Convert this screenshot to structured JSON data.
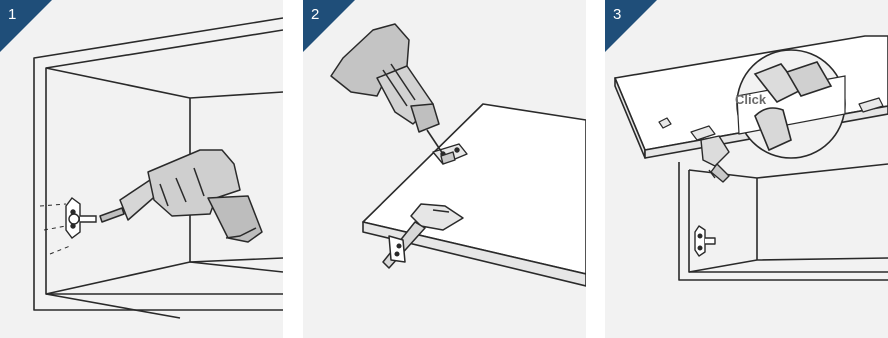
{
  "steps": [
    {
      "number": "1",
      "icon": "drill-mounting-plate-icon"
    },
    {
      "number": "2",
      "icon": "screw-hinge-cup-icon"
    },
    {
      "number": "3",
      "icon": "clip-hinge-on-icon"
    }
  ],
  "callout": {
    "label": "Click"
  },
  "colors": {
    "badge": "#1f4e79",
    "panel": "#f2f2f2",
    "line": "#2a2a2a"
  }
}
